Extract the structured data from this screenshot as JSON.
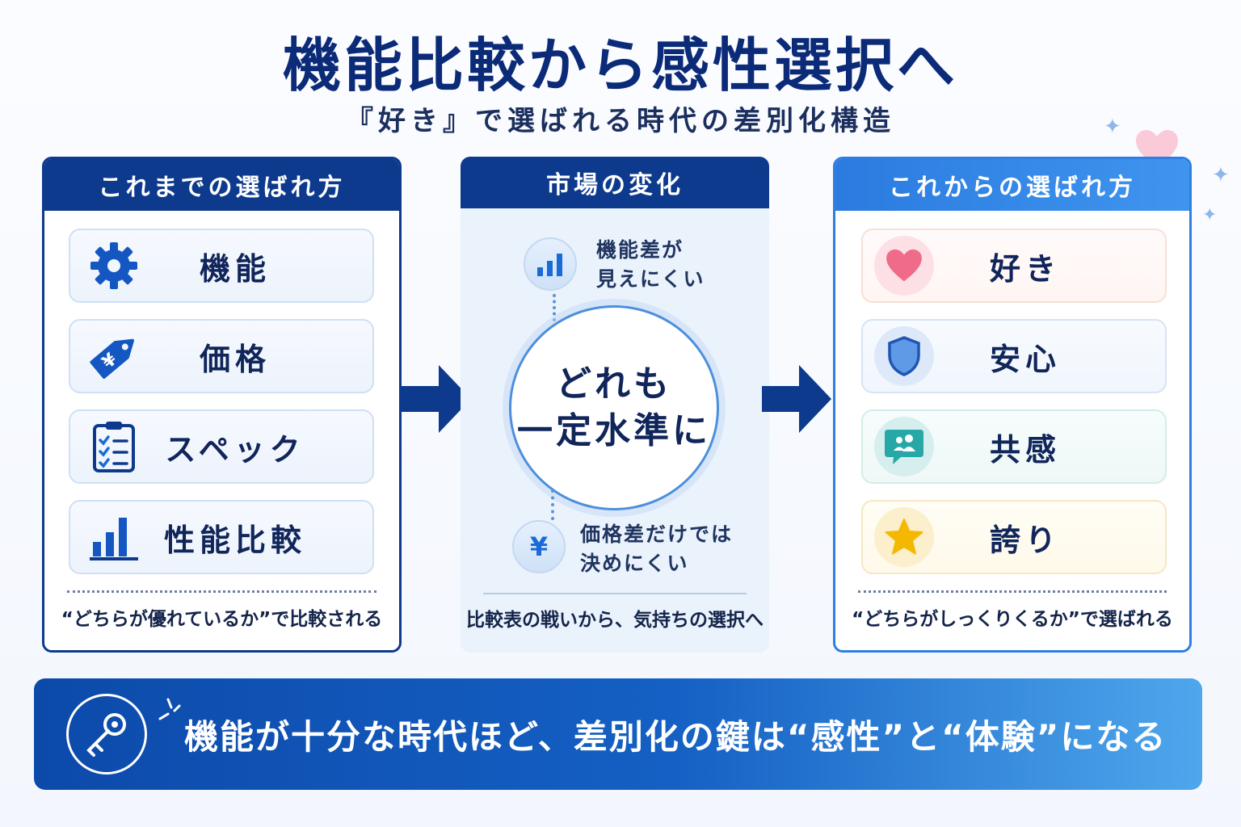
{
  "title": "機能比較から感性選択へ",
  "subtitle": "『好き』で選ばれる時代の差別化構造",
  "left_panel": {
    "header": "これまでの選ばれ方",
    "items": [
      {
        "label": "機能",
        "icon": "gear-icon"
      },
      {
        "label": "価格",
        "icon": "yen-tag-icon"
      },
      {
        "label": "スペック",
        "icon": "checklist-icon"
      },
      {
        "label": "性能比較",
        "icon": "bar-chart-icon"
      }
    ],
    "footer": "“どちらが優れているか”で比較される"
  },
  "middle_panel": {
    "header": "市場の変化",
    "note_top_line1": "機能差が",
    "note_top_line2": "見えにくい",
    "center_line1": "どれも",
    "center_line2": "一定水準に",
    "note_bottom_line1": "価格差だけでは",
    "note_bottom_line2": "決めにくい",
    "yen_symbol": "¥",
    "footer": "比較表の戦いから、気持ちの選択へ"
  },
  "right_panel": {
    "header": "これからの選ばれ方",
    "items": [
      {
        "label": "好き",
        "icon": "heart-icon",
        "color": "#f06b8a"
      },
      {
        "label": "安心",
        "icon": "shield-icon",
        "color": "#2f6fd0"
      },
      {
        "label": "共感",
        "icon": "chat-people-icon",
        "color": "#27a8a6"
      },
      {
        "label": "誇り",
        "icon": "star-icon",
        "color": "#f5b800"
      }
    ],
    "footer": "“どちらがしっくりくるか”で選ばれる"
  },
  "banner": {
    "text": "機能が十分な時代ほど、差別化の鍵は“感性”と“体験”になる",
    "icon": "key-icon"
  },
  "colors": {
    "navy": "#0d3a8c",
    "accent_blue": "#2f7fe0"
  }
}
